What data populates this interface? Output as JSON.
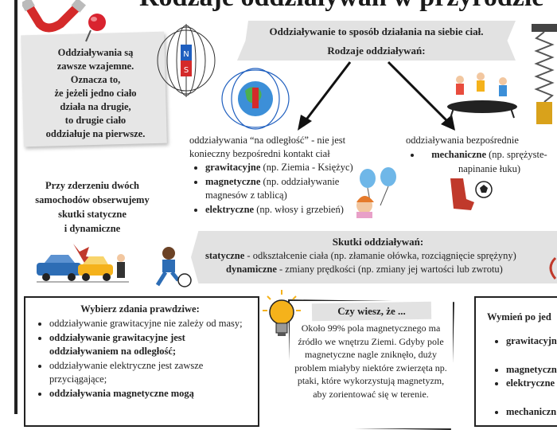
{
  "title": "Rodzaje oddziaływań w przyrodzie",
  "note": {
    "lines": [
      "Oddziaływania są",
      "zawsze wzajemne.",
      "Oznacza to,",
      "że jeżeli jedno ciało",
      "działa na drugie,",
      "to drugie ciało",
      "oddziałuje na pierwsze."
    ]
  },
  "magnet": {
    "north": "N",
    "south": "S"
  },
  "header_banner": {
    "definition": "Oddziaływanie to sposób działania na siebie ciał.",
    "types_title": "Rodzaje oddziaływań:"
  },
  "distance": {
    "intro": "oddziaływania “na odległość” - nie jest konieczny bezpośredni kontakt ciał",
    "items": [
      {
        "term": "grawitacyjne",
        "example": " (np. Ziemia - Księżyc)"
      },
      {
        "term": "magnetyczne",
        "example": " (np. oddziaływanie magnesów z tablicą)"
      },
      {
        "term": "elektryczne",
        "example": " (np. włosy i grzebień)"
      }
    ]
  },
  "direct": {
    "intro": "oddziaływania bezpośrednie",
    "items": [
      {
        "term": "mechaniczne",
        "example": " (np. sprężyste- napinanie łuku)"
      }
    ]
  },
  "collision": {
    "lines": [
      "Przy zderzeniu dwóch",
      "samochodów obserwujemy",
      "skutki statyczne",
      "i dynamiczne"
    ]
  },
  "effects": {
    "title": "Skutki oddziaływań:",
    "static_term": "statyczne",
    "static_desc": " - odkształcenie ciała (np. złamanie ołówka, rozciągnięcie sprężyny)",
    "dynamic_term": "dynamiczne",
    "dynamic_desc": " - zmiany prędkości (np. zmiany jej wartości lub zwrotu)"
  },
  "quiz": {
    "title": "Wybierz zdania prawdziwe:",
    "items": [
      {
        "text": "oddziaływanie grawitacyjne nie zależy od masy;",
        "bold": false
      },
      {
        "text": "oddziaływanie grawitacyjne jest oddziaływaniem na odległość;",
        "bold": true
      },
      {
        "text": "oddziaływanie elektryczne jest zawsze przyciągające;",
        "bold": false
      },
      {
        "text": "oddziaływania magnetyczne mogą",
        "bold": true
      }
    ]
  },
  "fact": {
    "title": "Czy wiesz, że ...",
    "text": "Około 99% pola magnetycznego ma źródło we wnętrzu Ziemi. Gdyby pole magnetyczne nagle zniknęło, duży problem miałyby niektóre zwierzęta np. ptaki, które wykorzystują magnetyzm, aby zorientować się w terenie."
  },
  "list_task": {
    "title": "Wymień po jed",
    "items": [
      "grawitacyjn",
      "magnetyczn",
      "elektryczne",
      "mechaniczn"
    ]
  },
  "colors": {
    "banner": "#e2e2e2",
    "note": "#e6e6e6",
    "magnet_north": "#1f5fbf",
    "magnet_south": "#d42a2a",
    "bulb": "#f5b21b"
  }
}
